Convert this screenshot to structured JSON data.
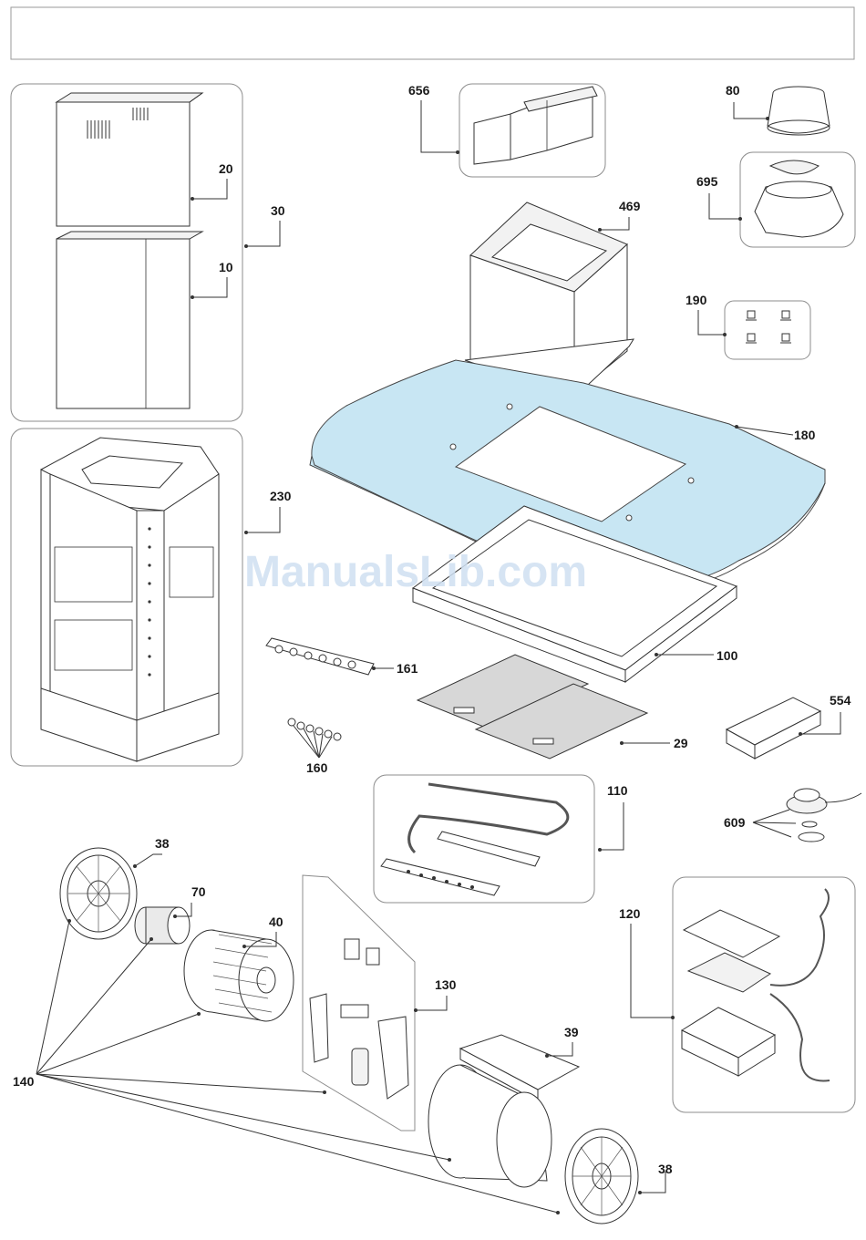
{
  "watermark": "ManualsLib.com",
  "callouts": {
    "c656": "656",
    "c80": "80",
    "c695": "695",
    "c20": "20",
    "c30": "30",
    "c10": "10",
    "c469": "469",
    "c190": "190",
    "c180": "180",
    "c230": "230",
    "c100": "100",
    "c161": "161",
    "c554": "554",
    "c29": "29",
    "c160": "160",
    "c110": "110",
    "c609": "609",
    "c38a": "38",
    "c70": "70",
    "c40": "40",
    "c120": "120",
    "c130": "130",
    "c39": "39",
    "c140": "140",
    "c38b": "38"
  }
}
